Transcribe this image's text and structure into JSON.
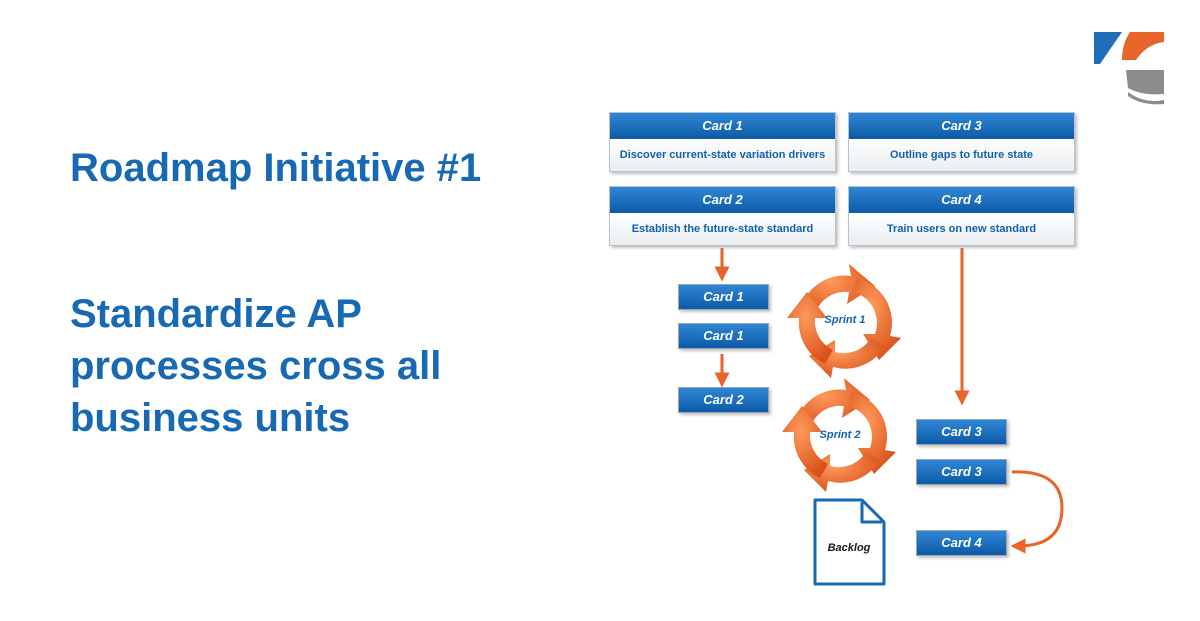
{
  "title": "Roadmap Initiative #1",
  "subtitle": "Standardize AP processes cross all business units",
  "cards_grid": [
    {
      "head": "Card 1",
      "body": "Discover current-state variation drivers"
    },
    {
      "head": "Card 3",
      "body": "Outline gaps to future state"
    },
    {
      "head": "Card 2",
      "body": "Establish the future-state standard"
    },
    {
      "head": "Card 4",
      "body": "Train users on new standard"
    }
  ],
  "sprint1_cards": [
    "Card 1",
    "Card 1",
    "Card 2"
  ],
  "sprint2_cards": [
    "Card 3",
    "Card 3",
    "Card 4"
  ],
  "sprints": [
    "Sprint 1",
    "Sprint 2"
  ],
  "backlog": "Backlog",
  "colors": {
    "primary_blue": "#1769b3",
    "accent_orange": "#e8652a",
    "logo_gray": "#8c8c8c"
  }
}
